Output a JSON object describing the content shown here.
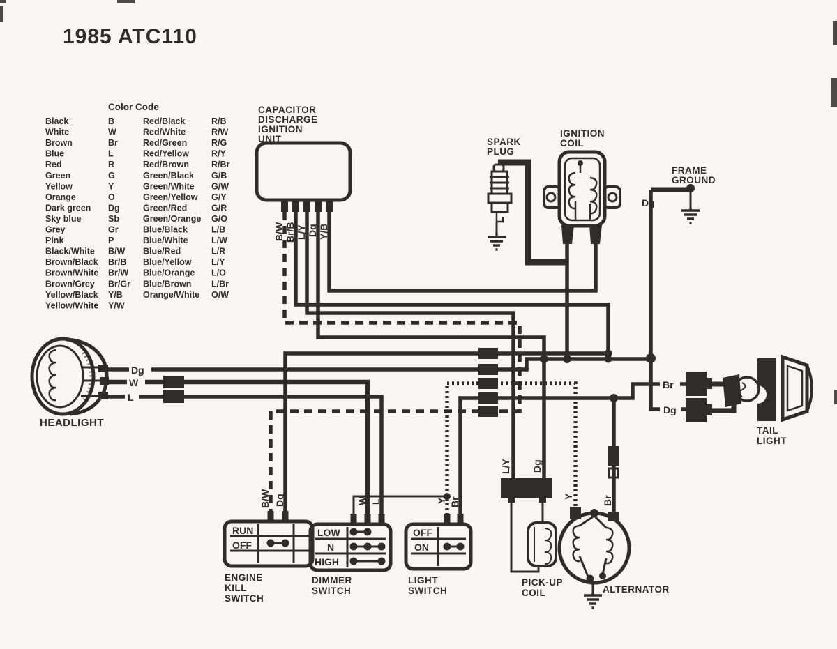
{
  "title": "1985 ATC110",
  "colors": {
    "ink": "#2f2d2a",
    "paper": "#f7f6f2"
  },
  "color_code": {
    "title": "Color Code",
    "rows": [
      [
        "Black",
        "B",
        "Red/Black",
        "R/B"
      ],
      [
        "White",
        "W",
        "Red/White",
        "R/W"
      ],
      [
        "Brown",
        "Br",
        "Red/Green",
        "R/G"
      ],
      [
        "Blue",
        "L",
        "Red/Yellow",
        "R/Y"
      ],
      [
        "Red",
        "R",
        "Red/Brown",
        "R/Br"
      ],
      [
        "Green",
        "G",
        "Green/Black",
        "G/B"
      ],
      [
        "Yellow",
        "Y",
        "Green/White",
        "G/W"
      ],
      [
        "Orange",
        "O",
        "Green/Yellow",
        "G/Y"
      ],
      [
        "Dark green",
        "Dg",
        "Green/Red",
        "G/R"
      ],
      [
        "Sky blue",
        "Sb",
        "Green/Orange",
        "G/O"
      ],
      [
        "Grey",
        "Gr",
        "Blue/Black",
        "L/B"
      ],
      [
        "Pink",
        "P",
        "Blue/White",
        "L/W"
      ],
      [
        "Black/White",
        "B/W",
        "Blue/Red",
        "L/R"
      ],
      [
        "Brown/Black",
        "Br/B",
        "Blue/Yellow",
        "L/Y"
      ],
      [
        "Brown/White",
        "Br/W",
        "Blue/Orange",
        "L/O"
      ],
      [
        "Brown/Grey",
        "Br/Gr",
        "Blue/Brown",
        "L/Br"
      ],
      [
        "Yellow/Black",
        "Y/B",
        "Orange/White",
        "O/W"
      ],
      [
        "Yellow/White",
        "Y/W"
      ]
    ]
  },
  "components": {
    "cdi": {
      "label_lines": [
        "CAPACITOR",
        "DISCHARGE",
        "IGNITION",
        "UNIT"
      ],
      "wires": [
        "B/W",
        "Br/B",
        "L/Y",
        "Dg",
        "Y/B"
      ]
    },
    "spark_plug": {
      "label_lines": [
        "SPARK",
        "PLUG"
      ]
    },
    "ignition_coil": {
      "label_lines": [
        "IGNITION",
        "COIL"
      ]
    },
    "frame_ground": {
      "label_lines": [
        "FRAME",
        "GROUND"
      ],
      "wire": "Dg"
    },
    "headlight": {
      "label": "HEADLIGHT",
      "wires": [
        "Dg",
        "W",
        "L"
      ]
    },
    "tail_light": {
      "label_lines": [
        "TAIL",
        "LIGHT"
      ],
      "wires": [
        "Br",
        "Dg"
      ]
    },
    "engine_kill_switch": {
      "label_lines": [
        "ENGINE",
        "KILL",
        "SWITCH"
      ],
      "positions": [
        "RUN",
        "OFF"
      ],
      "wires": [
        "B/W",
        "Dg"
      ]
    },
    "dimmer_switch": {
      "label_lines": [
        "DIMMER",
        "SWITCH"
      ],
      "positions": [
        "LOW",
        "N",
        "HIGH"
      ],
      "wires": [
        "W",
        "L"
      ]
    },
    "light_switch": {
      "label_lines": [
        "LIGHT",
        "SWITCH"
      ],
      "positions": [
        "OFF",
        "ON"
      ],
      "wires": [
        "Y",
        "Br"
      ]
    },
    "pickup_coil": {
      "label_lines": [
        "PICK-UP",
        "COIL"
      ],
      "wires": [
        "L/Y",
        "Dg"
      ]
    },
    "alternator": {
      "label": "ALTERNATOR",
      "wires": [
        "Y",
        "Br"
      ]
    }
  }
}
